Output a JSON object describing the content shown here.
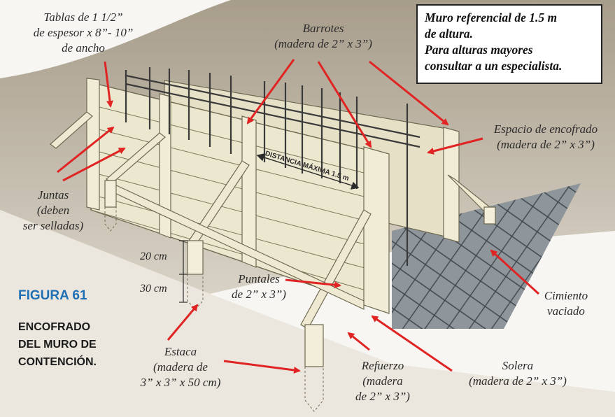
{
  "note": {
    "lines": [
      "Muro referencial de 1.5 m",
      "de altura.",
      "Para alturas mayores",
      "consultar a un especialista."
    ]
  },
  "figure": {
    "number": "FIGURA 61",
    "caption_lines": [
      "ENCOFRADO",
      "DEL MURO DE",
      "CONTENCIÓN."
    ]
  },
  "labels": {
    "tablas": [
      "Tablas de 1 1/2”",
      "de espesor x 8”- 10”",
      "de ancho"
    ],
    "barrotes": [
      "Barrotes",
      "(madera de 2” x 3”)"
    ],
    "espacio": [
      "Espacio de encofrado",
      "(madera de 2” x 3”)"
    ],
    "juntas": [
      "Juntas",
      "(deben",
      "ser selladas)"
    ],
    "puntales": [
      "Puntales",
      "de 2” x 3”)"
    ],
    "cimiento": [
      "Cimiento",
      "vaciado"
    ],
    "estaca": [
      "Estaca",
      "(madera de",
      "3” x 3” x 50 cm)"
    ],
    "refuerzo": [
      "Refuerzo",
      "(madera",
      "de 2” x 3”)"
    ],
    "solera": [
      "Solera",
      "(madera de 2” x 3”)"
    ]
  },
  "dimensions": {
    "top": "20 cm",
    "bottom": "30 cm",
    "distance": "DISTANCIA MÁXIMA 1.5 m"
  },
  "colors": {
    "arrow": "#e02424",
    "wood": "#ece7cf",
    "wood_edge": "#6f6a52",
    "ground": "#b7ad9e",
    "concrete": "#8e959b",
    "figure_blue": "#1f6fb4"
  }
}
